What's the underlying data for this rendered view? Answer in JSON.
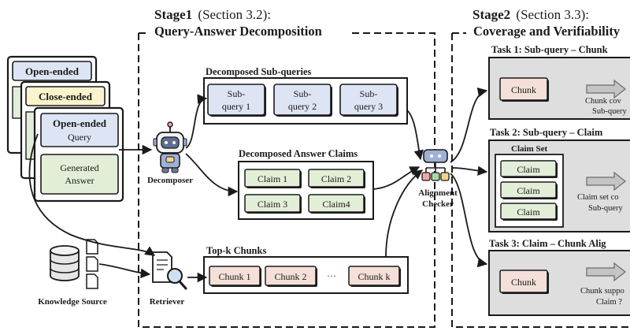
{
  "stage1": {
    "title_bold": "Stage1",
    "title_section": "(Section 3.2):",
    "subtitle": "Query-Answer Decomposition"
  },
  "stage2": {
    "title_bold": "Stage2",
    "title_section": "(Section 3.3):",
    "subtitle": "Coverage and Verifiability"
  },
  "input_cards": {
    "back_label": "Open-ended",
    "middle_label": "Close-ended",
    "front_label": "Open-ended",
    "front_sublabel": "Query",
    "answer_line1": "Generated",
    "answer_line2": "Answer"
  },
  "decomposer_label": "Decomposer",
  "retriever_label": "Retriever",
  "knowledge_label": "Knowledge Source",
  "alignment_line1": "Alignment",
  "alignment_line2": "Checker",
  "subqueries": {
    "title": "Decomposed Sub-queries",
    "items": [
      {
        "l1": "Sub-",
        "l2": "query 1"
      },
      {
        "l1": "Sub-",
        "l2": "query 2"
      },
      {
        "l1": "Sub-",
        "l2": "query 3"
      }
    ]
  },
  "claims": {
    "title": "Decomposed Answer Claims",
    "items": [
      "Claim 1",
      "Claim 2",
      "Claim 3",
      "Claim4"
    ]
  },
  "chunks": {
    "title": "Top-k Chunks",
    "items": [
      "Chunk 1",
      "Chunk 2"
    ],
    "ellipsis": "···",
    "last": "Chunk k"
  },
  "tasks": [
    {
      "title": "Task 1: Sub-query – Chunk",
      "chunk": "Chunk",
      "r1": "Chunk cov",
      "r2": "Sub-query"
    },
    {
      "title": "Task 2: Sub-query – Claim",
      "claimset": "Claim Set",
      "claims": [
        "Claim",
        "Claim",
        "Claim"
      ],
      "r1": "Claim set co",
      "r2": "Sub-query"
    },
    {
      "title": "Task 3: Claim – Chunk Alig",
      "chunk": "Chunk",
      "r1": "Chunk suppo",
      "r2": "Claim ?"
    }
  ],
  "colors": {
    "blue_fill": "#dde4f3",
    "yellow_fill": "#fbf3cc",
    "green_fill": "#e3eed8",
    "pink_fill": "#f4e0d9",
    "gray_fill": "#dedede"
  }
}
